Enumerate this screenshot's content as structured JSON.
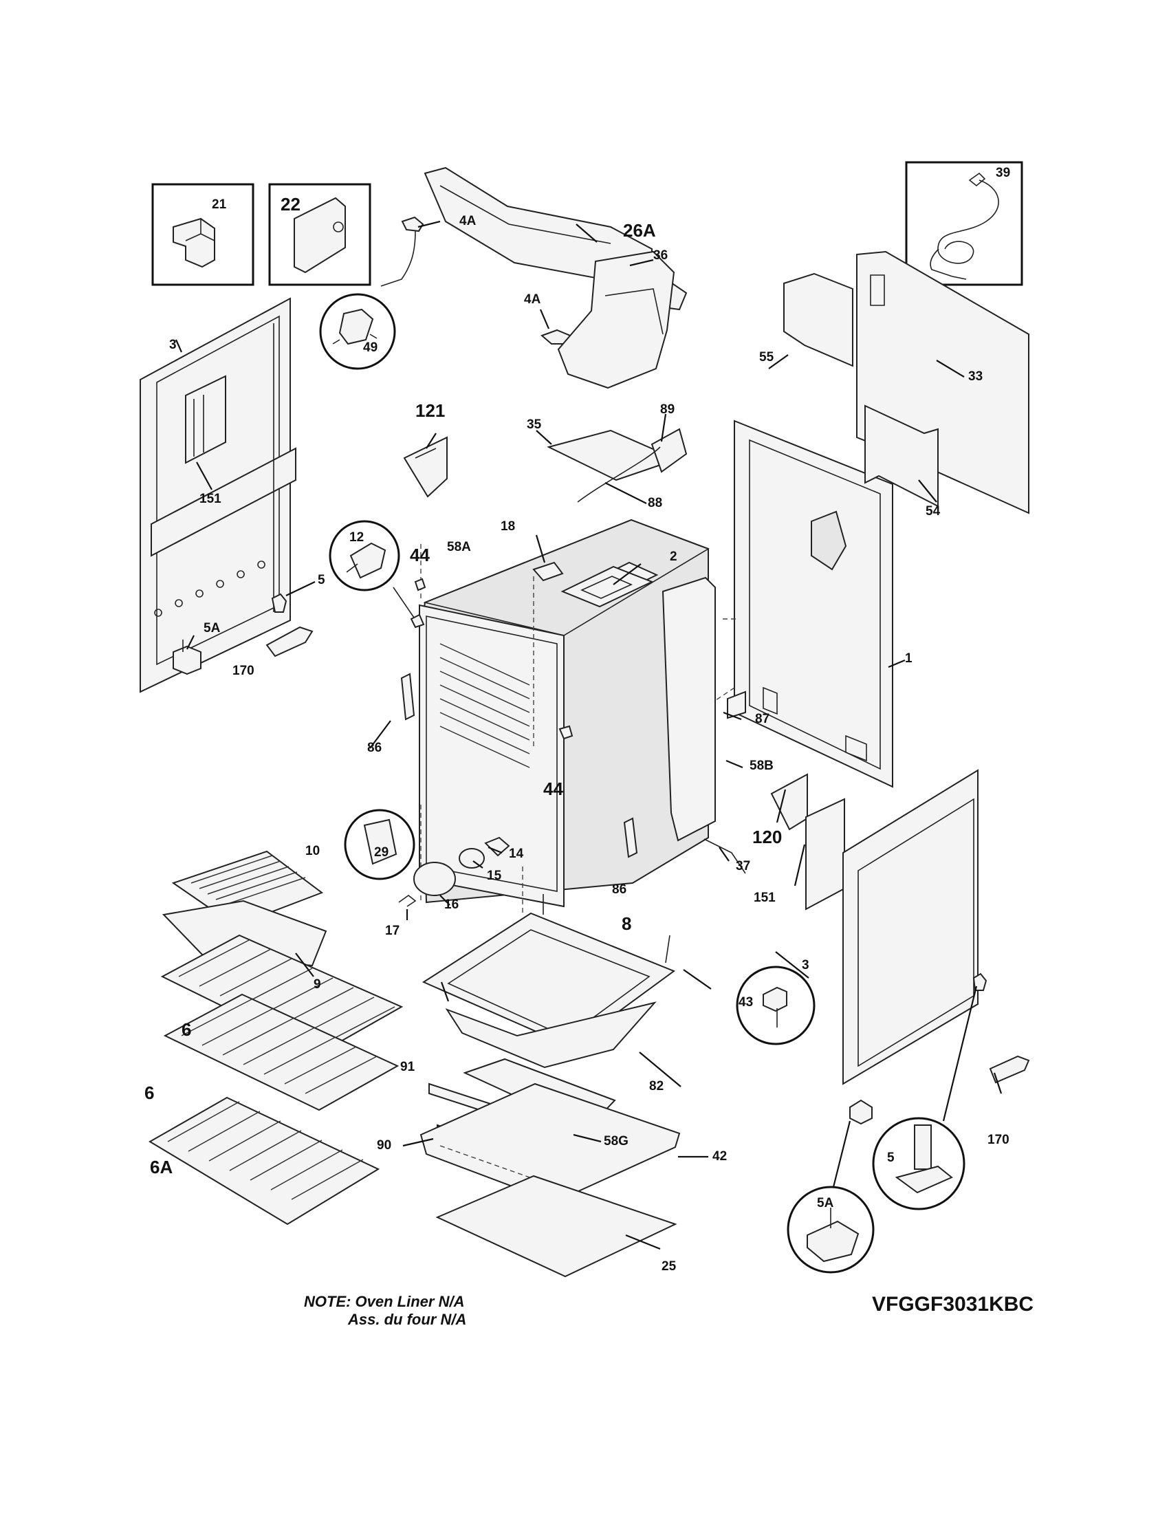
{
  "diagram": {
    "model_number": "VFGGF3031KBC",
    "note_line1": "NOTE: Oven Liner N/A",
    "note_line2": "Ass. du four N/A",
    "callouts": {
      "c21": "21",
      "c22": "22",
      "c39": "39",
      "c26A": "26A",
      "c4A_top": "4A",
      "c4A_mid": "4A",
      "c49": "49",
      "c3_left": "3",
      "c36": "36",
      "c55": "55",
      "c33": "33",
      "c121": "121",
      "c35": "35",
      "c89": "89",
      "c151_left": "151",
      "c88": "88",
      "c54": "54",
      "c12": "12",
      "c18": "18",
      "c44_top": "44",
      "c58A": "58A",
      "c2": "2",
      "c5_left": "5",
      "c5A_left": "5A",
      "c1": "1",
      "c170_left": "170",
      "c87": "87",
      "c86_left": "86",
      "c58B": "58B",
      "c44_bottom": "44",
      "c120": "120",
      "c10": "10",
      "c29": "29",
      "c14": "14",
      "c15": "15",
      "c37": "37",
      "c86_right": "86",
      "c151_right": "151",
      "c16": "16",
      "c17": "17",
      "c9": "9",
      "c8": "8",
      "c3_right": "3",
      "c43": "43",
      "c6_top": "6",
      "c91": "91",
      "c82": "82",
      "c6_mid": "6",
      "c58G": "58G",
      "c90": "90",
      "c42": "42",
      "c170_right": "170",
      "c6A": "6A",
      "c5_right": "5",
      "c5A_right": "5A",
      "c25": "25"
    }
  }
}
